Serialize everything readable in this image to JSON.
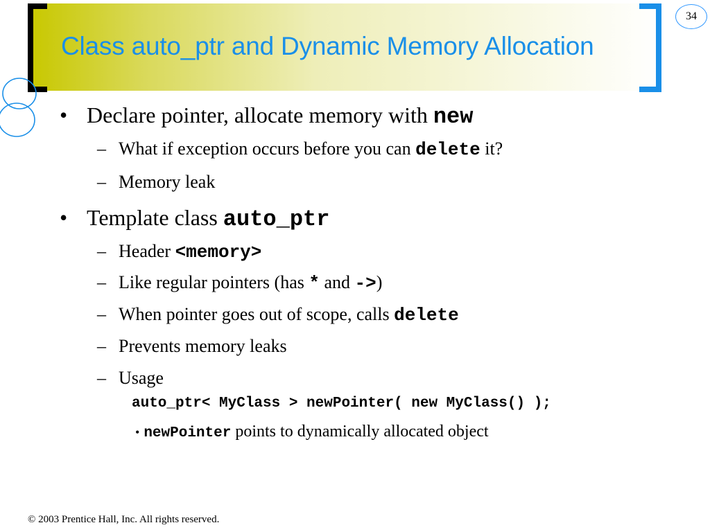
{
  "slide": {
    "title": "Class auto_ptr and Dynamic Memory Allocation",
    "page_number": "34",
    "accent_color": "#1a8fe8",
    "bracket_color": "#1a8fe8"
  },
  "bullets": [
    {
      "text": "Declare pointer, allocate memory with ",
      "code": "new"
    },
    {
      "text": "Template class ",
      "code": "auto_ptr"
    }
  ],
  "sub_items_1": [
    {
      "pre": "What if exception occurs before you can ",
      "code": "delete",
      "post": " it?"
    },
    {
      "pre": "Memory leak",
      "code": "",
      "post": ""
    }
  ],
  "sub_items_2": [
    {
      "pre": "Header ",
      "code": "<memory>",
      "post": ""
    },
    {
      "pre": "Like regular pointers (has ",
      "code": "*",
      "mid": " and ",
      "code2": "->",
      "post": ")"
    },
    {
      "pre": "When pointer goes out of scope, calls ",
      "code": "delete",
      "post": ""
    },
    {
      "pre": "Prevents memory leaks",
      "code": "",
      "post": ""
    },
    {
      "pre": "Usage",
      "code": "",
      "post": ""
    }
  ],
  "usage": {
    "code_line": "auto_ptr< MyClass > newPointer( new MyClass() );",
    "note_code": "newPointer",
    "note_text": " points to dynamically allocated object"
  },
  "dash": "–",
  "bullet": "•",
  "small_bullet": "•",
  "footer": {
    "copyright_symbol": "©",
    "text": " 2003 Prentice Hall, Inc.  All rights reserved."
  }
}
